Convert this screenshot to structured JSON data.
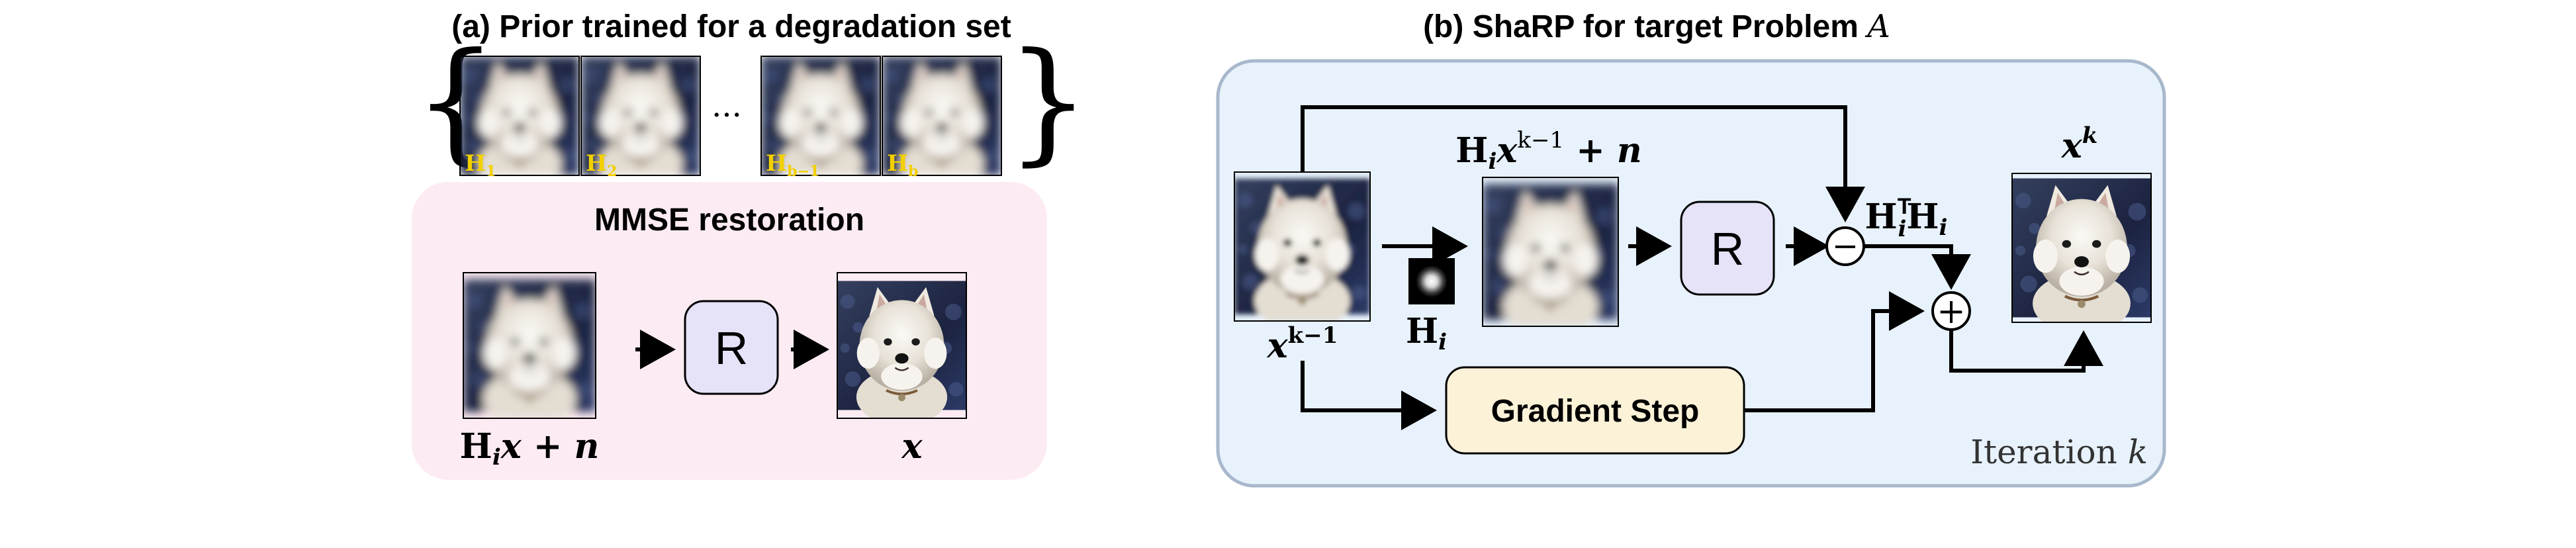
{
  "panel_a": {
    "title": "(a) Prior trained for a degradation set",
    "brace_left": "{",
    "brace_right": "}",
    "ellipsis": "···",
    "operators": [
      {
        "name": "H",
        "sub": "1"
      },
      {
        "name": "H",
        "sub": "2"
      },
      {
        "name": "H",
        "sub": "b−1"
      },
      {
        "name": "H",
        "sub": "b"
      }
    ],
    "restoration_box": {
      "title": "MMSE restoration",
      "restorer_label": "R",
      "input_caption": {
        "H": "H",
        "H_sub": "i",
        "rest": "x + n"
      },
      "output_caption": "x"
    }
  },
  "panel_b": {
    "title_text": "(b) ShaRP for target Problem ",
    "title_symbol": "A",
    "input_caption": {
      "base": "x",
      "sup": "k−1"
    },
    "kernel_caption": {
      "H": "H",
      "sub": "i"
    },
    "degraded_caption": {
      "H": "H",
      "H_sub": "i",
      "x": "x",
      "x_sup": "k−1",
      "rest": " + n"
    },
    "restorer_label": "R",
    "gram_caption": {
      "H1": "H",
      "H1_sup": "T",
      "H1_sub": "i",
      "H2": "H",
      "H2_sub": "i"
    },
    "gradient_label": "Gradient Step",
    "output_caption": {
      "base": "x",
      "sup": "k"
    },
    "iteration_text": "Iteration ",
    "iteration_symbol": "k",
    "minus_symbol": "−",
    "plus_symbol": "+"
  },
  "colors": {
    "panel_b_fill": "#e8f2fc",
    "panel_b_stroke": "#a8b8cc",
    "panel_a_fill": "#fdebf3",
    "restorer_fill": "#e6e2f8",
    "gradient_fill": "#fcf2d8",
    "operator_label": "#f2d000"
  },
  "icons": {
    "dog_photo": "westie-dog-photo",
    "blur_kernel": "gaussian-kernel-thumbnail"
  }
}
